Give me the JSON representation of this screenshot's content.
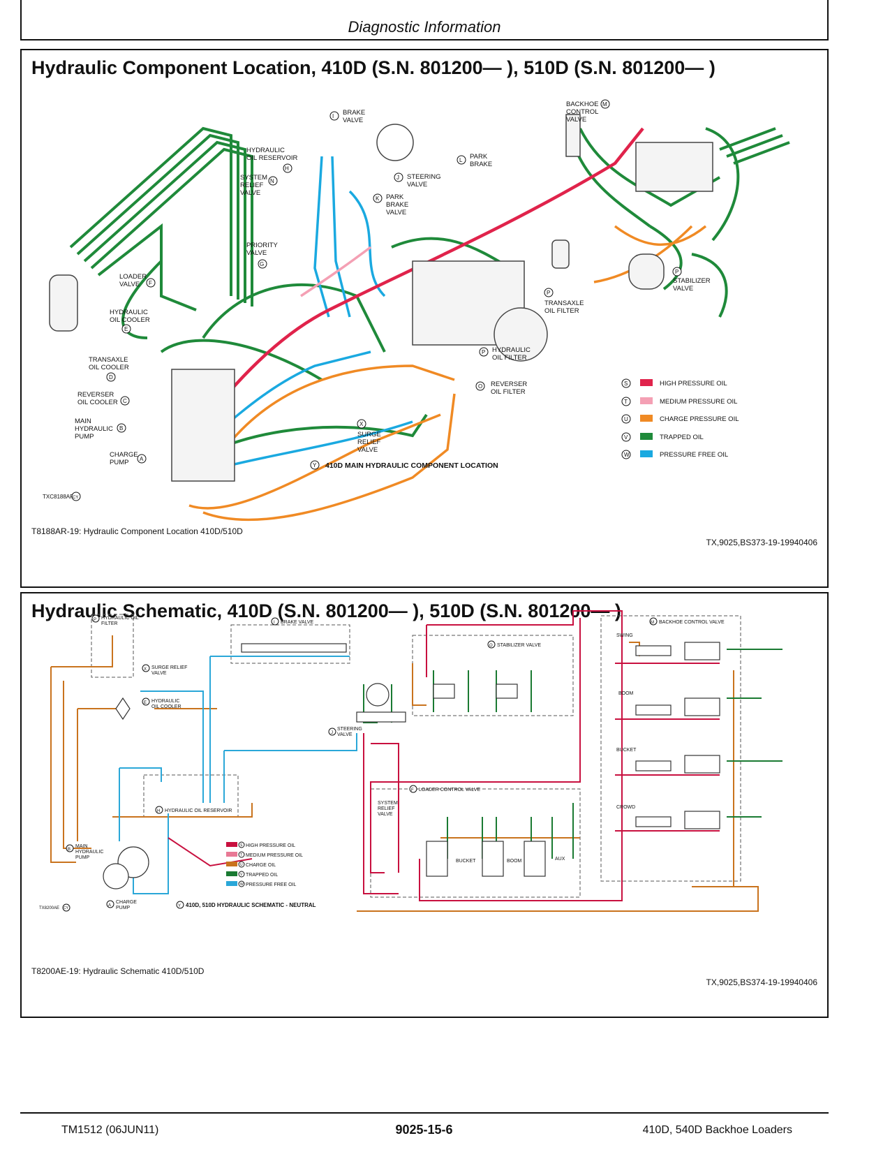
{
  "header": {
    "title": "Diagnostic Information"
  },
  "section1": {
    "title": "Hydraulic Component Location, 410D (S.N. 801200— ), 510D (S.N. 801200— )",
    "caption": "T8188AR-19: Hydraulic Component Location 410D/510D",
    "ref": "TX,9025,BS373-19-19940406",
    "figure_id": "TXC8188AR",
    "figure_tag": "CY",
    "subtitle_letter": "Y",
    "subtitle": "410D MAIN HYDRAULIC COMPONENT LOCATION",
    "callouts": {
      "A": [
        "CHARGE",
        "PUMP"
      ],
      "B": [
        "MAIN",
        "HYDRAULIC",
        "PUMP"
      ],
      "C": [
        "REVERSER",
        "OIL COOLER"
      ],
      "D": [
        "TRANSAXLE",
        "OIL COOLER"
      ],
      "E": [
        "HYDRAULIC",
        "OIL COOLER"
      ],
      "F": [
        "LOADER",
        "VALVE"
      ],
      "G": [
        "PRIORITY",
        "VALVE"
      ],
      "H": [
        "HYDRAULIC",
        "OIL RESERVOIR"
      ],
      "I": [
        "BRAKE",
        "VALVE"
      ],
      "J": [
        "STEERING",
        "VALVE"
      ],
      "K": [
        "PARK",
        "BRAKE",
        "VALVE"
      ],
      "L": [
        "PARK",
        "BRAKE"
      ],
      "M": [
        "BACKHOE",
        "CONTROL",
        "VALVE"
      ],
      "N": [
        "SYSTEM",
        "RELIEF",
        "VALVE"
      ],
      "O": [
        "REVERSER",
        "OIL FILTER"
      ],
      "P1": [
        "TRANSAXLE",
        "OIL FILTER"
      ],
      "P2": [
        "HYDRAULIC",
        "OIL FILTER"
      ],
      "P3": [
        "STABILIZER",
        "VALVE"
      ],
      "X": [
        "SURGE",
        "RELIEF",
        "VALVE"
      ]
    },
    "legend": [
      {
        "letter": "S",
        "label": "HIGH PRESSURE OIL",
        "color": "#e0234b"
      },
      {
        "letter": "T",
        "label": "MEDIUM PRESSURE OIL",
        "color": "#f4a0b4"
      },
      {
        "letter": "U",
        "label": "CHARGE PRESSURE OIL",
        "color": "#f08a24"
      },
      {
        "letter": "V",
        "label": "TRAPPED OIL",
        "color": "#1f8a3a"
      },
      {
        "letter": "W",
        "label": "PRESSURE FREE OIL",
        "color": "#1aa9e0"
      }
    ]
  },
  "section2": {
    "title": "Hydraulic Schematic, 410D (S.N. 801200— ), 510D (S.N. 801200— )",
    "caption": "T8200AE-19: Hydraulic Schematic 410D/510D",
    "ref": "TX,9025,BS374-19-19940406",
    "figure_id": "TX8200AE",
    "figure_tag": "CY",
    "subtitle_letter": "Y",
    "subtitle": "410D, 510D HYDRAULIC SCHEMATIC - NEUTRAL",
    "labels": {
      "hyd_filter": [
        "HYDRAULIC OIL",
        "FILTER"
      ],
      "surge_relief": [
        "SURGE RELIEF",
        "VALVE"
      ],
      "hyd_cooler": [
        "HYDRAULIC",
        "OIL COOLER"
      ],
      "brake_valve": "BRAKE VALVE",
      "stabilizer_valve": "STABILIZER VALVE",
      "backhoe_valve": "BACKHOE CONTROL VALVE",
      "steering_valve": [
        "STEERING",
        "VALVE"
      ],
      "reservoir": "HYDRAULIC OIL RESERVOIR",
      "loader_valve": "LOADER CONTROL VALVE",
      "system_relief": [
        "SYSTEM",
        "RELIEF",
        "VALVE"
      ],
      "main_pump": [
        "MAIN",
        "HYDRAULIC",
        "PUMP"
      ],
      "charge_pump": [
        "CHARGE",
        "PUMP"
      ],
      "swing": "SWING",
      "boom": "BOOM",
      "bucket": "BUCKET",
      "crowd": "CROWD",
      "loader_bucket": "BUCKET",
      "loader_boom": "BOOM",
      "aux": "AUX"
    },
    "legend": [
      {
        "letter": "S",
        "label": "HIGH PRESSURE OIL",
        "color": "#c8103f"
      },
      {
        "letter": "T",
        "label": "MEDIUM PRESSURE OIL",
        "color": "#e87995"
      },
      {
        "letter": "U",
        "label": "CHARGE OIL",
        "color": "#c9731d"
      },
      {
        "letter": "V",
        "label": "TRAPPED OIL",
        "color": "#1a7a32"
      },
      {
        "letter": "W",
        "label": "PRESSURE FREE OIL",
        "color": "#2aa7d8"
      }
    ]
  },
  "footer": {
    "left": "TM1512 (06JUN11)",
    "center": "9025-15-6",
    "right": "410D, 540D Backhoe Loaders"
  }
}
